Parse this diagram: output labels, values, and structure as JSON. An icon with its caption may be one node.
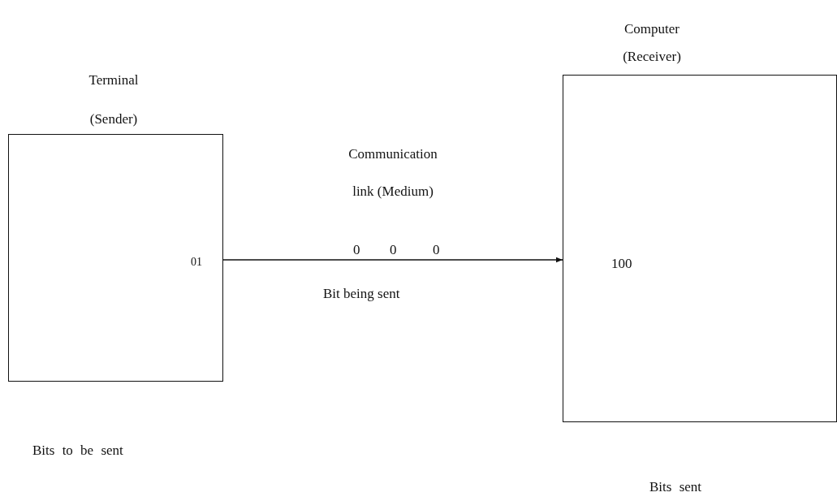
{
  "diagram": {
    "nodes": [
      {
        "text": [
          "Terminal (Sender)",
          "01"
        ]
      },
      {
        "text": [
          "Computer (Receiver)",
          "100"
        ]
      }
    ],
    "edges": [
      {
        "from": 0,
        "to": 1,
        "arrow": "to",
        "label": "Communication link (Medium)"
      }
    ],
    "labels": [
      "0",
      "0",
      "0",
      "Bit being sent",
      "Bits to be sent",
      "Bits sent"
    ]
  }
}
